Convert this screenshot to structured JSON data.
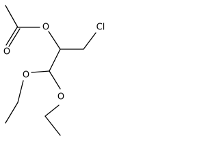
{
  "molecule": {
    "atoms": {
      "carbonyl_oxygen": "O",
      "ester_oxygen": "O",
      "chlorine": "Cl",
      "ether_oxygen_left": "O",
      "ether_oxygen_right": "O"
    },
    "colors": {
      "bond": "#000000",
      "label": "#000000",
      "background": "#ffffff"
    }
  }
}
